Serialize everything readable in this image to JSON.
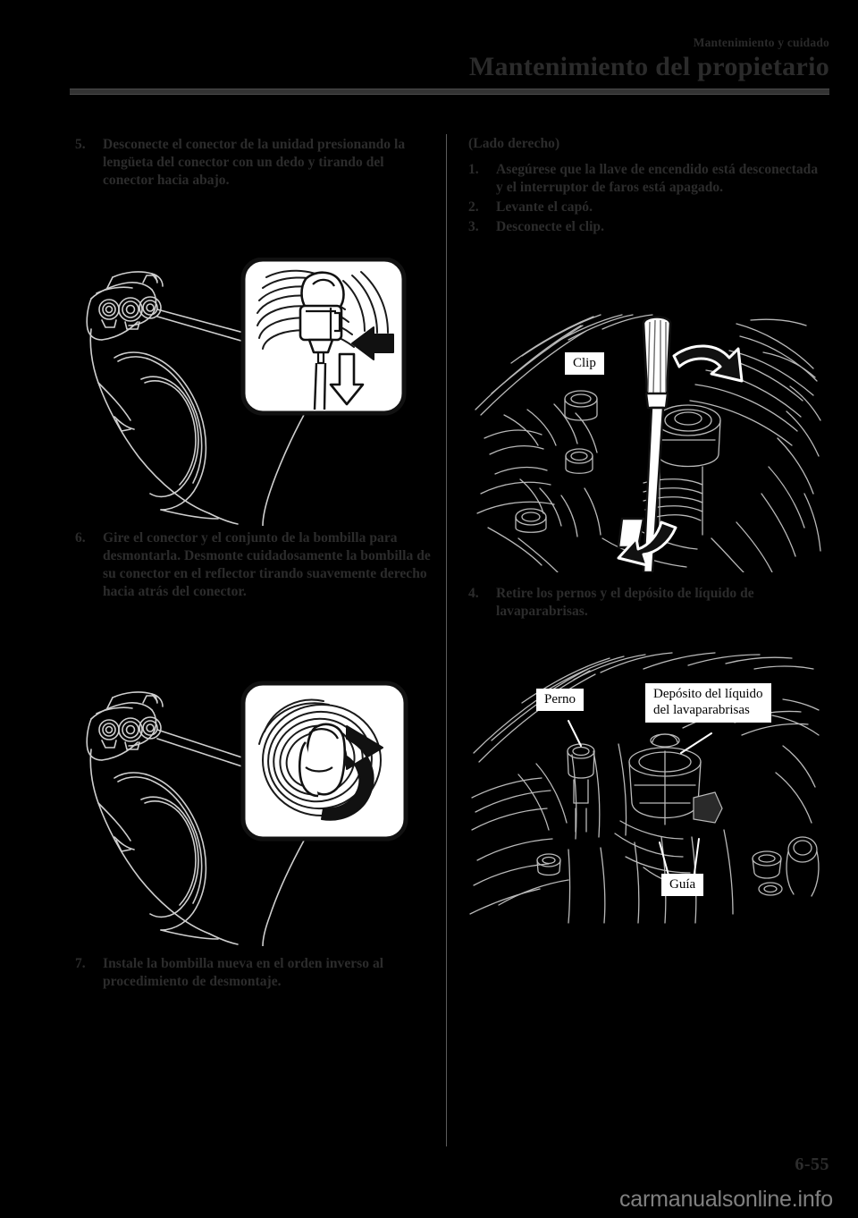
{
  "header": {
    "subtitle": "Mantenimiento y cuidado",
    "title": "Mantenimiento del propietario"
  },
  "left_column": {
    "steps": [
      {
        "num": "5.",
        "text": "Desconecte el conector de la unidad presionando la lengüeta del conector con un dedo y tirando del conector hacia abajo."
      },
      {
        "num": "6.",
        "text": "Gire el conector y el conjunto de la bombilla para desmontarla. Desmonte cuidadosamente la bombilla de su conector en el reflector tirando suavemente derecho hacia atrás del conector."
      },
      {
        "num": "7.",
        "text": "Instale la bombilla nueva en el orden inverso al procedimiento de desmontaje."
      }
    ],
    "figure_1_name": "headlight-connector-release-diagram",
    "figure_2_name": "headlight-bulb-rotate-diagram"
  },
  "right_column": {
    "subhead": "(Lado derecho)",
    "steps_top": [
      {
        "num": "1.",
        "text": "Asegúrese que la llave de encendido está desconectada y el interruptor de faros está apagado."
      },
      {
        "num": "2.",
        "text": "Levante el capó."
      },
      {
        "num": "3.",
        "text": "Desconecte el clip."
      }
    ],
    "steps_bottom": [
      {
        "num": "4.",
        "text": "Retire los pernos y el depósito de líquido de lavaparabrisas."
      }
    ],
    "figure_1_name": "engine-bay-clip-removal-diagram",
    "figure_2_name": "washer-tank-removal-diagram",
    "callouts_fig1": [
      {
        "label": "Clip"
      }
    ],
    "callouts_fig2": [
      {
        "label": "Perno"
      },
      {
        "label": "Depósito del líquido\ndel lavaparabrisas"
      },
      {
        "label": "Guía"
      }
    ]
  },
  "footer": {
    "page_number": "6-55",
    "watermark": "carmanualsonline.info"
  },
  "colors": {
    "background": "#000000",
    "text": "#2c2c2c",
    "rule": "#333333",
    "label_bg": "#ffffff",
    "artwork_line": "#cfcfcf"
  }
}
